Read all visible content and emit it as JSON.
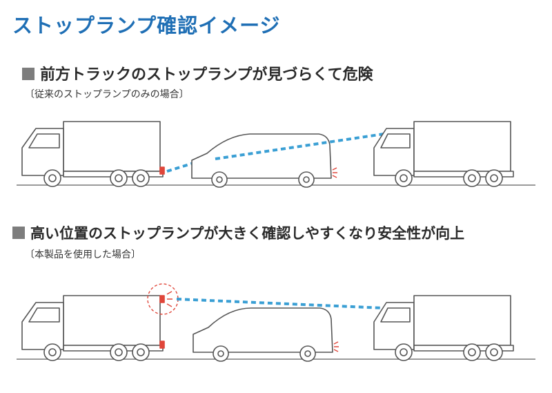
{
  "title": "ストップランプ確認イメージ",
  "sections": [
    {
      "heading": "前方トラックのストップランプが見づらくて危険",
      "note": "〔従来のストップランプのみの場合〕"
    },
    {
      "heading": "高い位置のストップランプが大きく確認しやすくなり安全性が向上",
      "note": "〔本製品を使用した場合〕"
    }
  ],
  "colors": {
    "title": "#1f6fb5",
    "line_of_sight": "#3a9fd4",
    "stop_lamp": "#e0463a",
    "outline": "#555555",
    "ground": "#9a9a9a"
  }
}
